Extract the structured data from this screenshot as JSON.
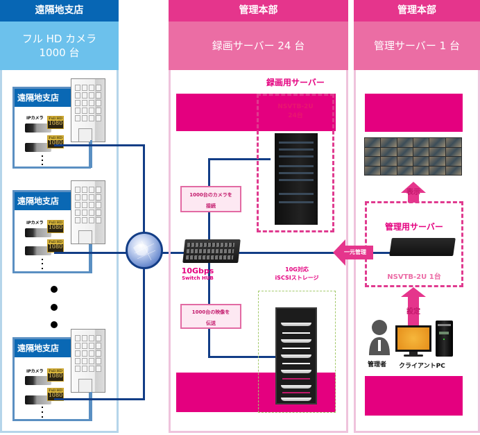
{
  "columns": {
    "left": {
      "header": "遠隔地支店",
      "subheader_line1": "フル HD カメラ",
      "subheader_line2": "1000 台"
    },
    "middle": {
      "header": "管理本部",
      "subheader": "録画サーバー 24 台"
    },
    "right": {
      "header": "管理本部",
      "subheader": "管理サーバー 1 台"
    }
  },
  "branches": [
    {
      "title": "遠隔地支店",
      "camera_label": "IPカメラ",
      "badge_top": "Full HD",
      "badge_value": "1080"
    },
    {
      "title": "遠隔地支店",
      "camera_label": "IPカメラ",
      "badge_top": "Full HD",
      "badge_value": "1080"
    },
    {
      "title": "遠隔地支店",
      "camera_label": "IPカメラ",
      "badge_top": "Full HD",
      "badge_value": "1080"
    }
  ],
  "middle": {
    "recording_server_title": "録画用サーバー",
    "recording_server_model": "NSVTB-2U",
    "recording_server_count": "24台",
    "note_connect_line1": "1000台のカメラを",
    "note_connect_line2": "接続",
    "switch_label_line1": "10Gbps",
    "switch_label_line2": "Switch HUB",
    "storage_label_line1": "10G対応",
    "storage_label_line2": "iSCSIストレージ",
    "note_transfer_line1": "1000台の映像を",
    "note_transfer_line2": "伝送"
  },
  "right": {
    "display_label": "表示",
    "unified_label": "一元管理",
    "mgmt_server_title": "管理用サーバー",
    "mgmt_server_model": "NSVTB-2U 1台",
    "settings_label": "設定",
    "admin_label": "管理者",
    "client_pc_label": "クライアントPC"
  },
  "colors": {
    "branch_blue": "#0766b4",
    "light_blue": "#6cc1ec",
    "hq_pink": "#e5358c",
    "hq_light_pink": "#eb6da4",
    "magenta": "#e4007f",
    "network_line": "#123d86"
  }
}
